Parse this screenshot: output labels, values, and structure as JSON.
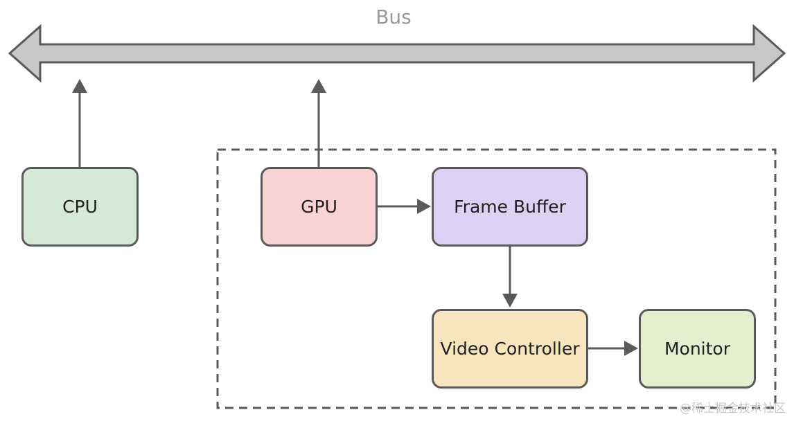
{
  "bus": {
    "label": "Bus",
    "fill_color": "#c8c8c8",
    "stroke_color": "#5a5a5a"
  },
  "nodes": {
    "cpu": {
      "label": "CPU",
      "color": "#d4ead6"
    },
    "gpu": {
      "label": "GPU",
      "color": "#f8d3d2"
    },
    "frame_buffer": {
      "label": "Frame Buffer",
      "color": "#ddd2f3"
    },
    "video_controller": {
      "label": "Video Controller",
      "color": "#f7e6bd"
    },
    "monitor": {
      "label": "Monitor",
      "color": "#e4efcf"
    }
  },
  "edges": [
    {
      "from": "CPU",
      "to": "Bus"
    },
    {
      "from": "GPU",
      "to": "Bus"
    },
    {
      "from": "GPU",
      "to": "Frame Buffer"
    },
    {
      "from": "Frame Buffer",
      "to": "Video Controller"
    },
    {
      "from": "Video Controller",
      "to": "Monitor"
    }
  ],
  "group": {
    "style": "dashed",
    "members": [
      "GPU",
      "Frame Buffer",
      "Video Controller",
      "Monitor"
    ]
  },
  "colors": {
    "line": "#5a5a5a",
    "bus_label": "#999999"
  },
  "watermark": "@稀土掘金技术社区"
}
